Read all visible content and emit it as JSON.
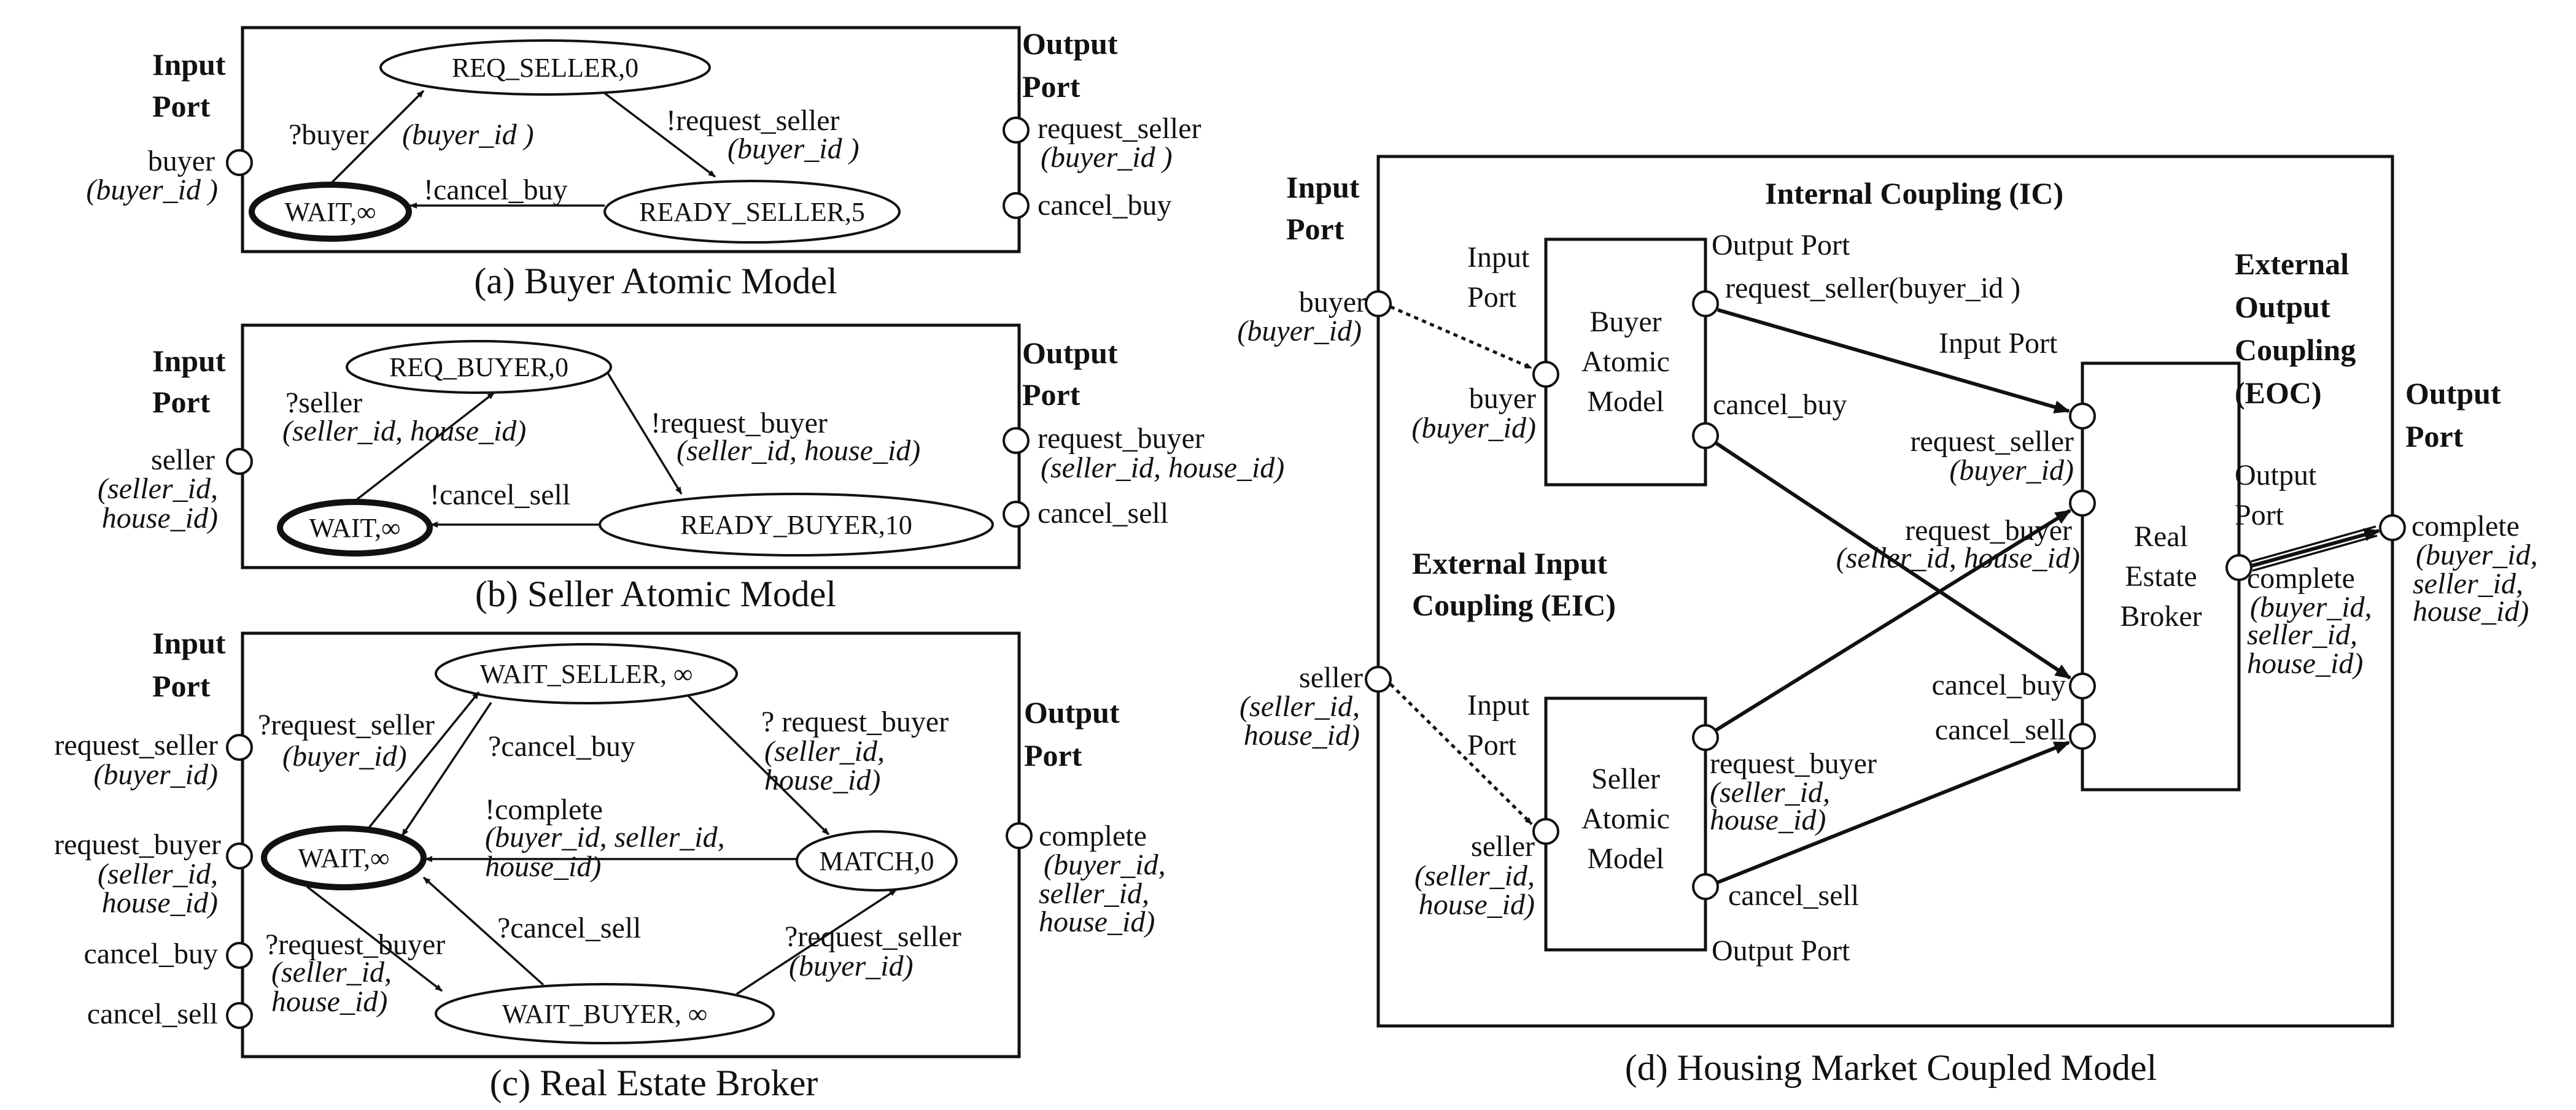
{
  "common": {
    "input_port": [
      "Input",
      "Port"
    ],
    "output_port": [
      "Output",
      "Port"
    ]
  },
  "panel_a": {
    "caption": "(a) Buyer Atomic Model",
    "state_req": "REQ_SELLER,0",
    "state_ready": "READY_SELLER,5",
    "state_wait": "WAIT,∞",
    "in_port": [
      "buyer",
      "(buyer_id )"
    ],
    "t_in": [
      "?buyer",
      "(buyer_id )"
    ],
    "t_out": [
      "!request_seller",
      "(buyer_id )"
    ],
    "t_cancel": "!cancel_buy",
    "out_ports": [
      {
        "label": "request_seller",
        "sub": "(buyer_id )"
      },
      {
        "label": "cancel_buy",
        "sub": ""
      }
    ]
  },
  "panel_b": {
    "caption": "(b) Seller Atomic Model",
    "state_req": "REQ_BUYER,0",
    "state_ready": "READY_BUYER,10",
    "state_wait": "WAIT,∞",
    "in_port": [
      "seller",
      "(seller_id,",
      "house_id)"
    ],
    "t_in": [
      "?seller",
      "(seller_id, house_id)"
    ],
    "t_out": [
      "!request_buyer",
      "(seller_id, house_id)"
    ],
    "t_cancel": "!cancel_sell",
    "out_ports": [
      {
        "label": "request_buyer",
        "sub": "(seller_id, house_id)"
      },
      {
        "label": "cancel_sell",
        "sub": ""
      }
    ]
  },
  "panel_c": {
    "caption": "(c) Real Estate Broker",
    "state_wait_seller": "WAIT_SELLER, ∞",
    "state_wait": "WAIT,∞",
    "state_match": "MATCH,0",
    "state_wait_buyer": "WAIT_BUYER, ∞",
    "in_ports": [
      {
        "label": "request_seller",
        "sub": [
          "(buyer_id)"
        ]
      },
      {
        "label": "request_buyer",
        "sub": [
          "(seller_id,",
          "house_id)"
        ]
      },
      {
        "label": "cancel_buy",
        "sub": []
      },
      {
        "label": "cancel_sell",
        "sub": []
      }
    ],
    "t_req_seller": [
      "?request_seller",
      "(buyer_id)"
    ],
    "t_cancel_buy": "?cancel_buy",
    "t_req_buyer_top": [
      "? request_buyer",
      "(seller_id,",
      "house_id)"
    ],
    "t_complete": [
      "!complete",
      "(buyer_id, seller_id,",
      "house_id)"
    ],
    "t_cancel_sell": "?cancel_sell",
    "t_req_buyer_bottom": [
      "?request_buyer",
      "(seller_id,",
      "house_id)"
    ],
    "t_req_seller_bottom": [
      "?request_seller",
      "(buyer_id)"
    ],
    "out_port": {
      "label": "complete",
      "sub": [
        "(buyer_id,",
        "seller_id,",
        "house_id)"
      ]
    }
  },
  "panel_d": {
    "caption": "(d) Housing Market Coupled Model",
    "ic_label": "Internal Coupling (IC)",
    "eic_label": [
      "External Input",
      "Coupling (EIC)"
    ],
    "eoc_label": [
      "External",
      "Output",
      "Coupling",
      "(EOC)"
    ],
    "in_ports": [
      {
        "label": "buyer",
        "sub": [
          "(buyer_id)"
        ]
      },
      {
        "label": "seller",
        "sub": [
          "(seller_id,",
          "house_id)"
        ]
      }
    ],
    "out_port": {
      "label": "complete",
      "sub": [
        "(buyer_id,",
        "seller_id,",
        "house_id)"
      ]
    },
    "buyer_model": {
      "name": [
        "Buyer",
        "Atomic",
        "Model"
      ],
      "in_port": [
        "buyer",
        "(buyer_id)"
      ],
      "out_port_title": "Output Port",
      "out_ports": [
        "request_seller(buyer_id )",
        "cancel_buy"
      ]
    },
    "seller_model": {
      "name": [
        "Seller",
        "Atomic",
        "Model"
      ],
      "in_port": [
        "seller",
        "(seller_id,",
        "house_id)"
      ],
      "out_port_title": "Output Port",
      "out_ports": [
        {
          "label": "request_buyer",
          "sub": [
            "(seller_id,",
            "house_id)"
          ]
        },
        {
          "label": "cancel_sell",
          "sub": []
        }
      ]
    },
    "broker": {
      "name": [
        "Real",
        "Estate",
        "Broker"
      ],
      "in_port_title": "Input Port",
      "in_ports": [
        {
          "label": "request_seller",
          "sub": [
            "(buyer_id)"
          ]
        },
        {
          "label": "request_buyer",
          "sub": [
            "(seller_id, house_id)"
          ]
        },
        {
          "label": "cancel_buy",
          "sub": []
        },
        {
          "label": "cancel_sell",
          "sub": []
        }
      ],
      "out_port_title": [
        "Output",
        "Port"
      ],
      "out_port": {
        "label": "complete",
        "sub": [
          "(buyer_id,",
          "seller_id,",
          "house_id)"
        ]
      }
    }
  }
}
